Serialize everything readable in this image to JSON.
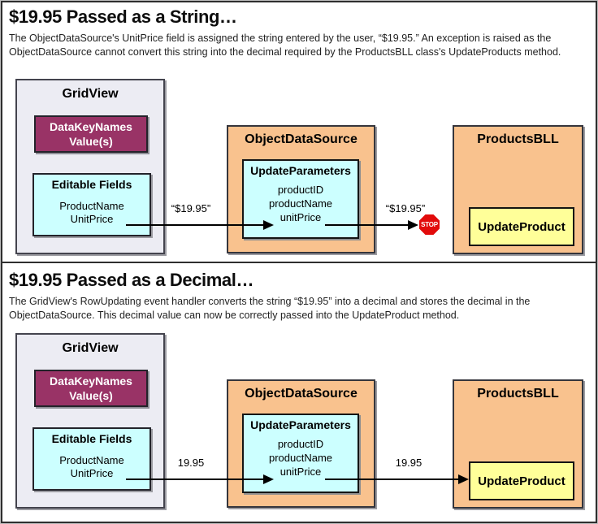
{
  "colors": {
    "maroon": "#993366",
    "orange": "#F9C28E",
    "cyan": "#CCFFFF",
    "yellow": "#FFFF99",
    "gridview_bg": "#ECECF3",
    "stop_red": "#E20B0B",
    "border_dark": "#2F2F2F"
  },
  "panels": [
    {
      "title": "$19.95 Passed as a String…",
      "description": "The ObjectDataSource's UnitPrice field is assigned the string entered by the user, “$19.95.” An exception is raised as the ObjectDataSource cannot convert this string into the decimal required by the ProductsBLL class's UpdateProducts method.",
      "gridview": {
        "title": "GridView",
        "datakeynames": {
          "line1": "DataKeyNames",
          "line2": "Value(s)"
        },
        "editable": {
          "title": "Editable Fields",
          "fields": [
            "ProductName",
            "UnitPrice"
          ]
        }
      },
      "ods": {
        "title": "ObjectDataSource",
        "params": {
          "title": "UpdateParameters",
          "items": [
            "productID",
            "productName",
            "unitPrice"
          ]
        }
      },
      "bll": {
        "title": "ProductsBLL",
        "method": "UpdateProduct"
      },
      "arrows": {
        "in_label": "“$19.95”",
        "out_label": "“$19.95”"
      },
      "stop_label": "STOP"
    },
    {
      "title": "$19.95 Passed as a Decimal…",
      "description": "The GridView's RowUpdating event handler converts the string “$19.95” into a decimal and stores the decimal in the ObjectDataSource. This decimal value can now be correctly passed into the UpdateProduct method.",
      "gridview": {
        "title": "GridView",
        "datakeynames": {
          "line1": "DataKeyNames",
          "line2": "Value(s)"
        },
        "editable": {
          "title": "Editable Fields",
          "fields": [
            "ProductName",
            "UnitPrice"
          ]
        }
      },
      "ods": {
        "title": "ObjectDataSource",
        "params": {
          "title": "UpdateParameters",
          "items": [
            "productID",
            "productName",
            "unitPrice"
          ]
        }
      },
      "bll": {
        "title": "ProductsBLL",
        "method": "UpdateProduct"
      },
      "arrows": {
        "in_label": "19.95",
        "out_label": "19.95"
      }
    }
  ]
}
